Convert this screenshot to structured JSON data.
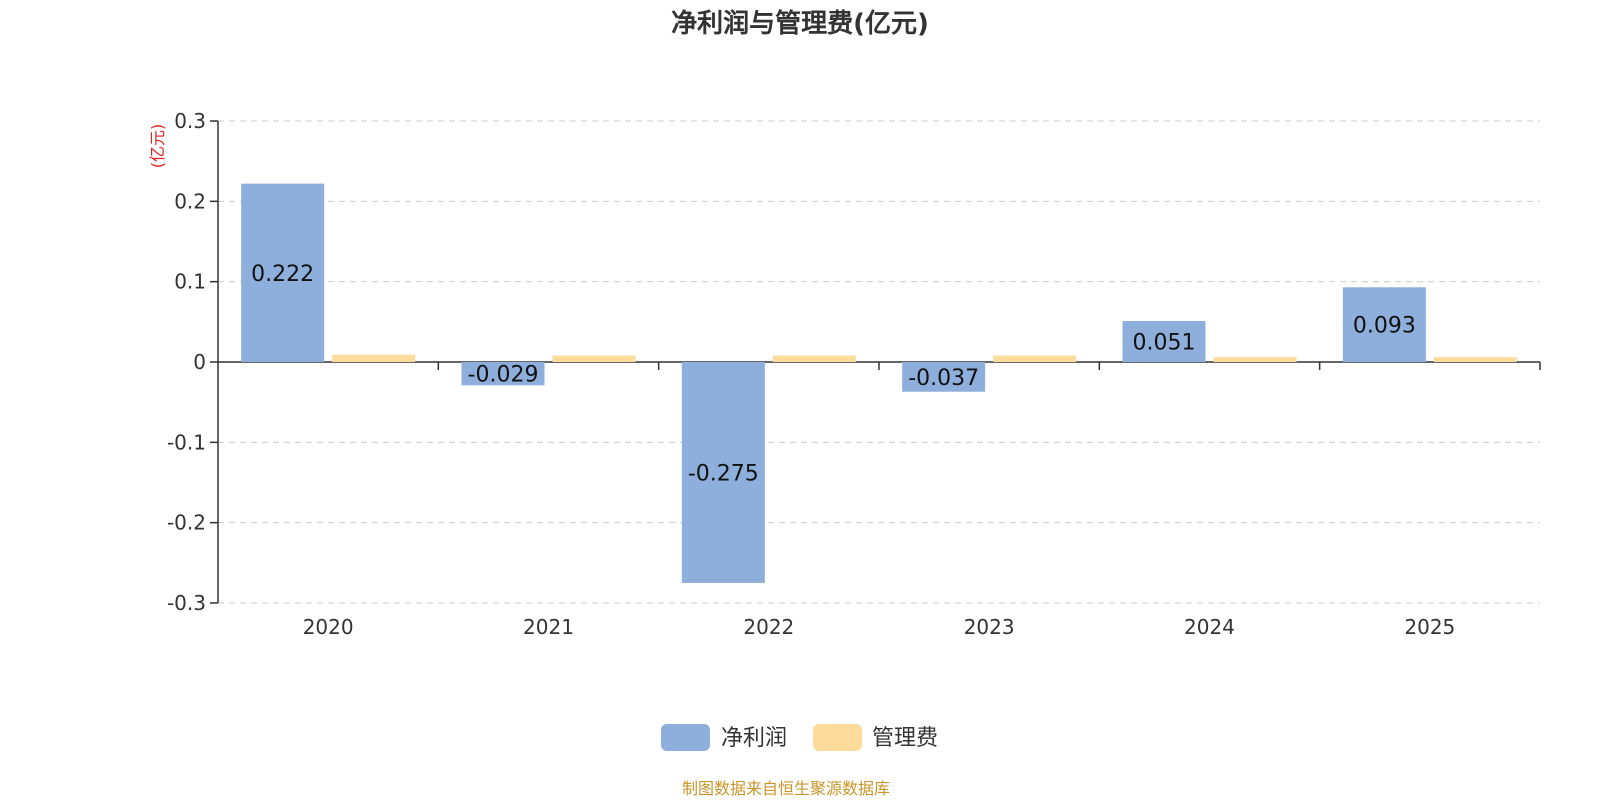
{
  "chart_data": {
    "type": "bar",
    "title": "净利润与管理费(亿元)",
    "ylabel": "(亿元)",
    "xlabel": "",
    "categories": [
      "2020",
      "2021",
      "2022",
      "2023",
      "2024",
      "2025"
    ],
    "series": [
      {
        "name": "净利润",
        "values": [
          0.222,
          -0.029,
          -0.275,
          -0.037,
          0.051,
          0.093
        ],
        "labels": [
          "0.222",
          "-0.029",
          "-0.275",
          "-0.037",
          "0.051",
          "0.093"
        ],
        "color": "#8eaedb"
      },
      {
        "name": "管理费",
        "values": [
          0.009,
          0.008,
          0.008,
          0.008,
          0.006,
          0.006
        ],
        "color": "#fddc9b"
      }
    ],
    "ylim": [
      -0.3,
      0.3
    ],
    "yticks": [
      0.3,
      0.2,
      0.1,
      0,
      -0.1,
      -0.2,
      -0.3
    ],
    "ytick_labels": [
      "0.3",
      "0.2",
      "0.1",
      "0",
      "-0.1",
      "-0.2",
      "-0.3"
    ],
    "grid": true,
    "legend_position": "bottom-center"
  },
  "source_note": "制图数据来自恒生聚源数据库",
  "colors": {
    "unit_label": "#e02020",
    "source_note": "#c8962a",
    "grid": "#cccccc",
    "axis": "#333333"
  }
}
